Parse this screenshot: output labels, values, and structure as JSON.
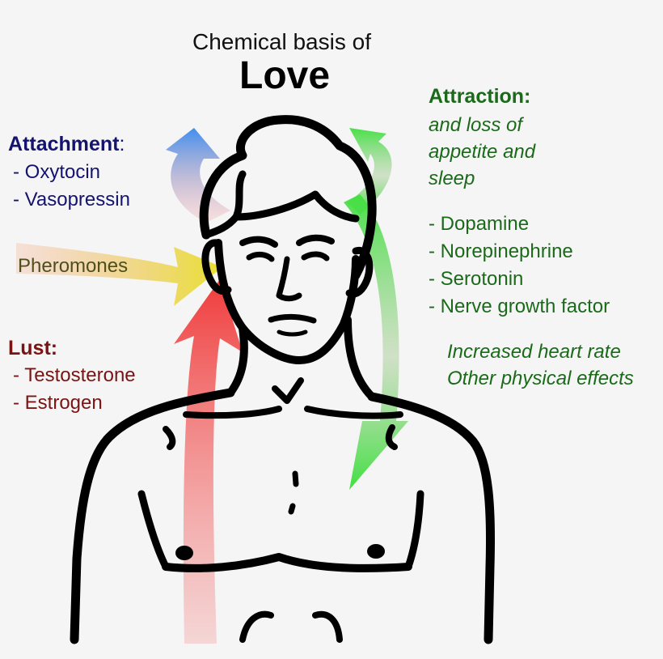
{
  "title": {
    "line1": "Chemical basis of",
    "line2": "Love"
  },
  "attachment": {
    "heading": "Attachment",
    "colon": ":",
    "items": [
      "- Oxytocin",
      "- Vasopressin"
    ]
  },
  "pheromones": "Pheromones",
  "lust": {
    "heading": "Lust:",
    "items": [
      "- Testosterone",
      "- Estrogen"
    ]
  },
  "attraction": {
    "heading": "Attraction:",
    "subtitle_lines": [
      "and loss of",
      "appetite and",
      "sleep"
    ],
    "items": [
      "- Dopamine",
      "- Norepinephrine",
      "- Serotonin",
      "- Nerve growth factor"
    ],
    "effects": [
      "Increased heart rate",
      "Other physical effects"
    ]
  },
  "colors": {
    "attachment": "#14146e",
    "lust": "#7a1414",
    "attraction": "#1a6a1a",
    "pheromones": "#4f4f1e",
    "arrow_blue": "#4a8fe8",
    "arrow_green": "#4ee04e",
    "arrow_red": "#f04a4a",
    "arrow_yellow": "#e6e04a"
  }
}
